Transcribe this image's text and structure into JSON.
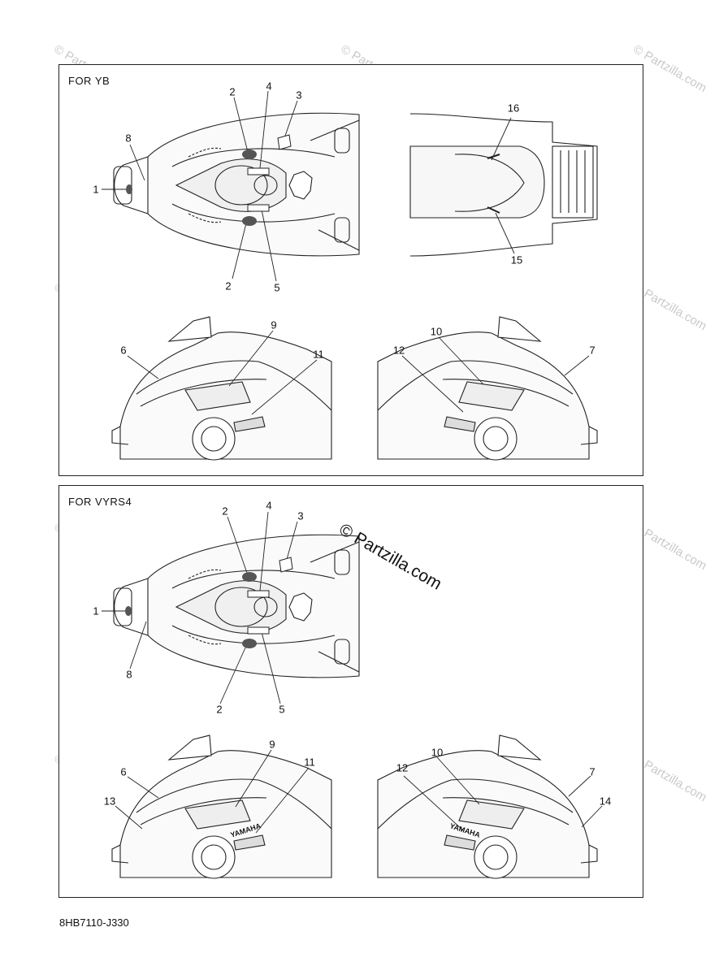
{
  "panels": [
    {
      "label": "FOR YB",
      "callouts": [
        "1",
        "2",
        "2",
        "3",
        "4",
        "5",
        "6",
        "7",
        "8",
        "9",
        "10",
        "11",
        "12",
        "15",
        "16"
      ]
    },
    {
      "label": "FOR VYRS4",
      "callouts": [
        "1",
        "2",
        "2",
        "3",
        "4",
        "5",
        "6",
        "7",
        "8",
        "9",
        "10",
        "11",
        "12",
        "13",
        "14"
      ]
    }
  ],
  "footer_code": "8HB7110-J330",
  "watermark_main": "© Partzilla.com",
  "watermark_faint": "© Partzilla.com",
  "badge_text": "YAMAHA"
}
